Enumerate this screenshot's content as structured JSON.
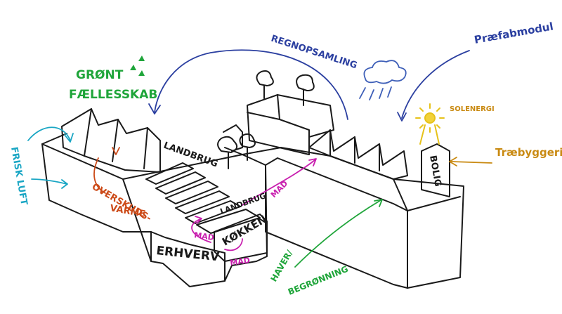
{
  "labels": {
    "regnopsamling": "REGNOPSAMLING",
    "praefabmodul": "Præfabmodul",
    "groent": "GRØNT",
    "faellesskab": "FÆLLESSKAB",
    "solenergi": "SOLENERGI",
    "traebyggeri": "Træbyggeri",
    "frisk_luft": "FRISK LUFT",
    "landbrug_top": "LANDBRUG",
    "landbrug_low": "LANDBRUG",
    "overskuds": "OVERSKUDS-",
    "varme": "VARME",
    "koekken": "KØKKEN",
    "erhverv": "ERHVERV",
    "mad_1": "MAD",
    "mad_2": "MAD",
    "mad_3": "MAD",
    "bolig": "BOLIG",
    "haver": "HAVER/",
    "begroenning": "BEGRØNNING"
  },
  "colors": {
    "ink": "#1a1a1a",
    "blue": "#2b3fa0",
    "green": "#1fa53a",
    "orange": "#cc4a18",
    "cyan": "#1aa6c4",
    "magenta": "#c81eae",
    "gold": "#c98a12",
    "yellow": "#e6c21a",
    "sun": "#f2d23a",
    "rain": "#3e5fb8"
  }
}
